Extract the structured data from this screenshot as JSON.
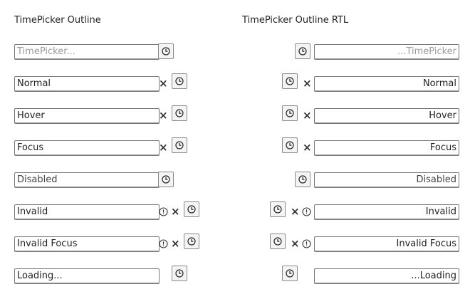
{
  "titles": {
    "ltr": "TimePicker Outline",
    "rtl": "TimePicker Outline RTL"
  },
  "ltr": {
    "placeholder": "TimePicker...",
    "normal": "Normal",
    "hover": "Hover",
    "focus": "Focus",
    "disabled": "Disabled",
    "invalid": "Invalid",
    "invalid_focus": "Invalid Focus",
    "loading": "Loading..."
  },
  "rtl": {
    "placeholder": "...TimePicker",
    "normal": "Normal",
    "hover": "Hover",
    "focus": "Focus",
    "disabled": "Disabled",
    "invalid": "Invalid",
    "invalid_focus": "Invalid Focus",
    "loading": "...Loading"
  },
  "icons": {
    "clock": "clock-icon",
    "clear": "close-icon",
    "error": "error-icon"
  },
  "glyphs": {
    "clear": "×"
  }
}
